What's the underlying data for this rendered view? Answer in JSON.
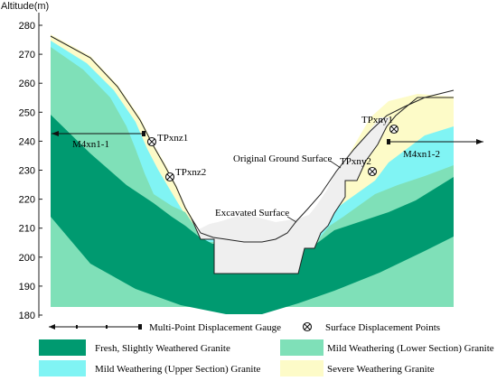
{
  "axis": {
    "y_label": "Altitude(m)",
    "y_ticks": [
      "280",
      "270",
      "260",
      "250",
      "240",
      "230",
      "220",
      "210",
      "200",
      "190",
      "180"
    ]
  },
  "labels": {
    "gauge_left": "M4xn1-1",
    "gauge_right": "M4xn1-2",
    "point_tpxnz1": "TPxnz1",
    "point_tpxnz2": "TPxnz2",
    "point_tpxny1": "TPxny1",
    "point_tpxny2": "TPxny2",
    "original_ground": "Original Ground Surface",
    "excavated": "Excavated Surface"
  },
  "legend": {
    "gauge": "Multi-Point Displacement Gauge",
    "surface_points": "Surface Displacement Points",
    "fresh": "Fresh, Slightly Weathered Granite",
    "mild_lower": "Mild Weathering (Lower Section) Granite",
    "mild_upper": "Mild Weathering (Upper Section) Granite",
    "severe": "Severe Weathering Granite"
  },
  "colors": {
    "fresh": "#009a70",
    "mild_lower": "#7fe0b8",
    "mild_upper": "#80f4f4",
    "severe": "#fdfbc8",
    "excavation": "#efefef",
    "line": "#222222"
  }
}
